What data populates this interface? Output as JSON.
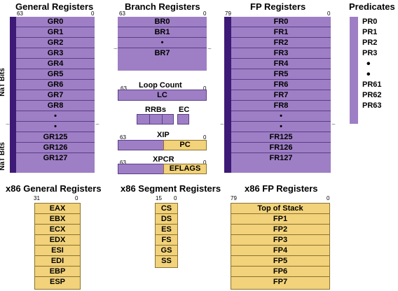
{
  "titles": {
    "general": "General Registers",
    "branch": "Branch Registers",
    "fp": "FP Registers",
    "predicates": "Predicates",
    "x86_general": "x86 General Registers",
    "x86_segment": "x86 Segment Registers",
    "x86_fp": "x86 FP Registers",
    "loop_count": "Loop Count",
    "rrbs": "RRBs",
    "ec": "EC",
    "xip": "XIP",
    "xpcr": "XPCR"
  },
  "nat_label": "NaT Bits",
  "bits": {
    "b63": "63",
    "b0": "0",
    "b79": "79",
    "b31": "31",
    "b15": "15"
  },
  "general_registers": [
    "GR0",
    "GR1",
    "GR2",
    "GR3",
    "GR4",
    "GR5",
    "GR6",
    "GR7",
    "GR8",
    "•",
    "•",
    "GR125",
    "GR126",
    "GR127"
  ],
  "branch_registers": [
    "BR0",
    "BR1",
    "•",
    "BR7"
  ],
  "fp_registers": [
    "FR0",
    "FR1",
    "FR2",
    "FR3",
    "FR4",
    "FR5",
    "FR6",
    "FR7",
    "FR8",
    "•",
    "•",
    "FR125",
    "FR126",
    "FR127"
  ],
  "predicates": [
    "PR0",
    "PR1",
    "PR2",
    "PR3",
    "•",
    "•",
    "PR61",
    "PR62",
    "PR63"
  ],
  "loop_count_reg": "LC",
  "xip_reg": "PC",
  "xpcr_reg": "EFLAGS",
  "x86_general_registers": [
    "EAX",
    "EBX",
    "ECX",
    "EDX",
    "ESI",
    "EDI",
    "EBP",
    "ESP"
  ],
  "x86_segment_registers": [
    "CS",
    "DS",
    "ES",
    "FS",
    "GS",
    "SS"
  ],
  "x86_fp_registers": [
    "Top of Stack",
    "FP1",
    "FP2",
    "FP3",
    "FP4",
    "FP5",
    "FP6",
    "FP7"
  ],
  "colors": {
    "purple": "#9e7fc5",
    "dark_purple": "#3e1a77",
    "gold": "#f2d27a"
  }
}
